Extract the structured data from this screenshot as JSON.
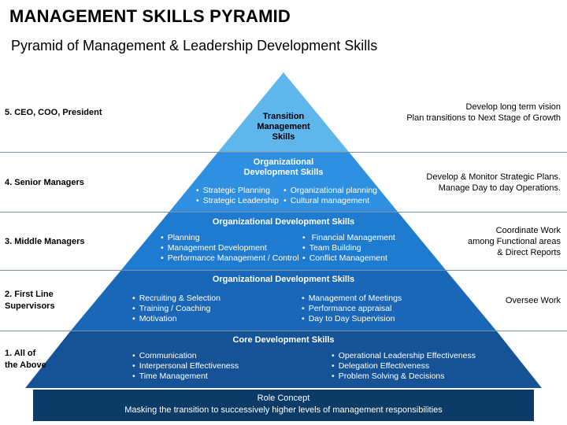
{
  "header": {
    "title": "MANAGEMENT SKILLS PYRAMID",
    "subtitle": "Pyramid of Management & Leadership Development Skills"
  },
  "colors": {
    "tier1": "#5fb6ec",
    "tier2": "#2f8fe0",
    "tier3": "#1f7bd0",
    "tier4": "#1a66b7",
    "tier5": "#155396",
    "base": "#0b3b66"
  },
  "levels": [
    {
      "label": "5.  CEO, COO, President",
      "description": [
        "Develop long term vision",
        "Plan transitions to Next Stage of Growth"
      ],
      "tier_title": "Transition\nManagement\nSkills",
      "col1": [],
      "col2": []
    },
    {
      "label": "4. Senior Managers",
      "description": [
        "Develop & Monitor Strategic Plans.",
        "Manage Day to day Operations."
      ],
      "tier_title": "Organizational\nDevelopment Skills",
      "col1": [
        "Strategic Planning",
        "Strategic Leadership"
      ],
      "col2": [
        "Organizational planning",
        "Cultural management"
      ]
    },
    {
      "label": "3. Middle Managers",
      "description": [
        "Coordinate Work",
        "among Functional areas",
        "& Direct Reports"
      ],
      "tier_title": "Organizational Development Skills",
      "col1": [
        "Planning",
        "Management Development",
        "Performance Management / Control"
      ],
      "col2": [
        " Financial Management",
        "Team Building",
        "Conflict Management"
      ]
    },
    {
      "label": "2. First Line\nSupervisors",
      "description": [
        "Oversee Work"
      ],
      "tier_title": "Organizational Development Skills",
      "col1": [
        "Recruiting & Selection",
        "Training / Coaching",
        "Motivation"
      ],
      "col2": [
        "Management of Meetings",
        "Performance appraisal",
        "Day to Day Supervision"
      ]
    },
    {
      "label": "1. All of\nthe Above",
      "description": [],
      "tier_title": "Core Development Skills",
      "col1": [
        "Communication",
        "Interpersonal Effectiveness",
        "Time Management"
      ],
      "col2": [
        "Operational Leadership Effectiveness",
        "Delegation Effectiveness",
        "Problem Solving & Decisions"
      ]
    }
  ],
  "base": {
    "title": "Role Concept",
    "text": "Masking the transition to successively higher levels of management responsibilities"
  }
}
